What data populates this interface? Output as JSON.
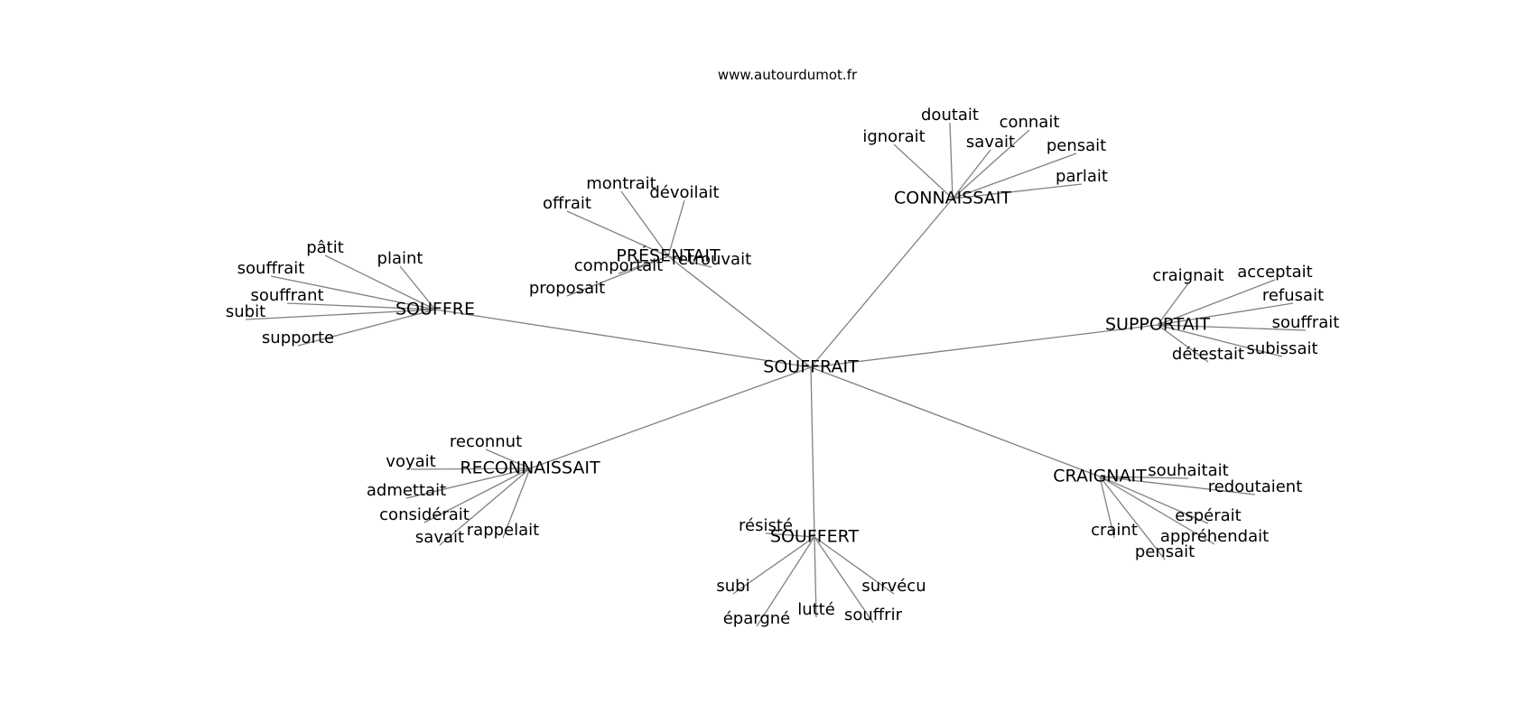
{
  "header": {
    "site": "www.autourdumot.fr"
  },
  "graph": {
    "center": "SOUFFRAIT",
    "clusters": [
      {
        "id": "souffre",
        "label": "SOUFFRE",
        "words": [
          "pâtit",
          "plaint",
          "souffrait",
          "souffrant",
          "subit",
          "supporte"
        ]
      },
      {
        "id": "presentait",
        "label": "PRÉSENTAIT",
        "words": [
          "montrait",
          "dévoilait",
          "offrait",
          "comportait",
          "retrouvait",
          "proposait"
        ]
      },
      {
        "id": "connaissait",
        "label": "CONNAISSAIT",
        "words": [
          "doutait",
          "connait",
          "ignorait",
          "savait",
          "pensait",
          "parlait"
        ]
      },
      {
        "id": "supportait",
        "label": "SUPPORTAIT",
        "words": [
          "craignait",
          "acceptait",
          "refusait",
          "souffrait",
          "subissait",
          "détestait"
        ]
      },
      {
        "id": "reconnaissait",
        "label": "RECONNAISSAIT",
        "words": [
          "reconnut",
          "voyait",
          "admettait",
          "considérait",
          "savait",
          "rappelait"
        ]
      },
      {
        "id": "souffert",
        "label": "SOUFFERT",
        "words": [
          "résisté",
          "subi",
          "épargné",
          "lutté",
          "souffrir",
          "survécu"
        ]
      },
      {
        "id": "craignait",
        "label": "CRAIGNAIT",
        "words": [
          "souhaitait",
          "redoutaient",
          "espérait",
          "craint",
          "appréhendait",
          "pensait"
        ]
      }
    ]
  }
}
